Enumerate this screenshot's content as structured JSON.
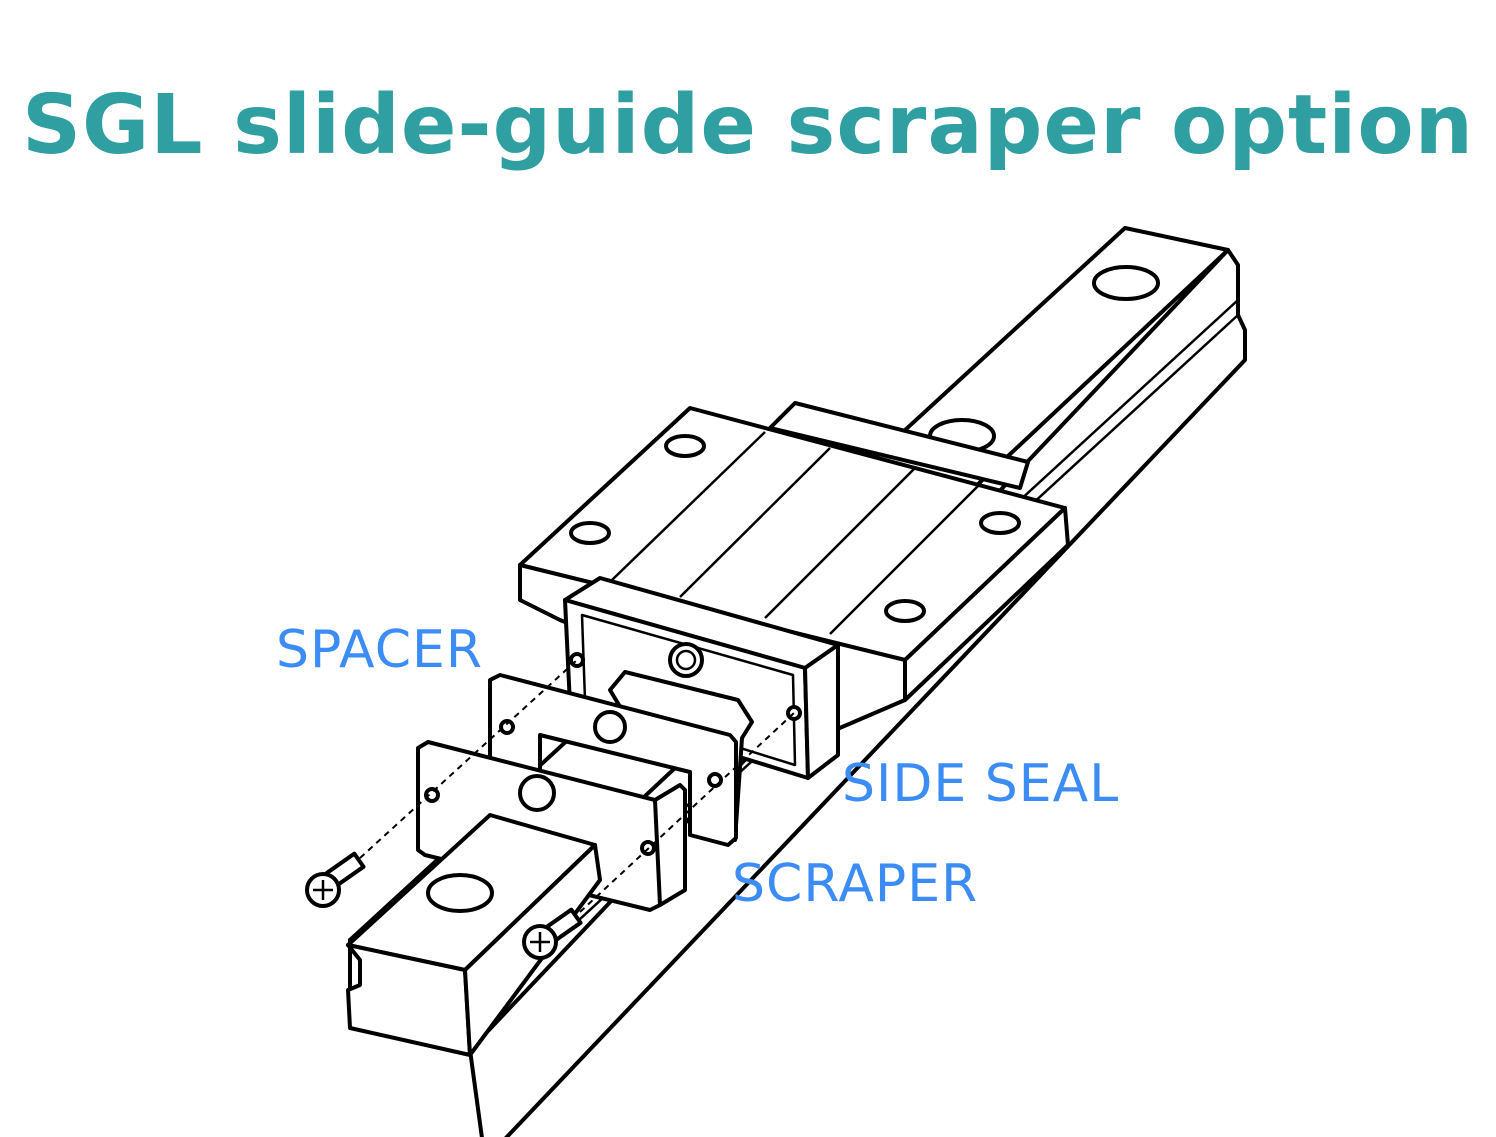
{
  "title": "SGL slide-guide scraper option",
  "labels": {
    "spacer": "SPACER",
    "side_seal": "SIDE SEAL",
    "scraper": "SCRAPER"
  },
  "colors": {
    "title": "#2f9fa1",
    "labels": "#3b8cf5"
  }
}
